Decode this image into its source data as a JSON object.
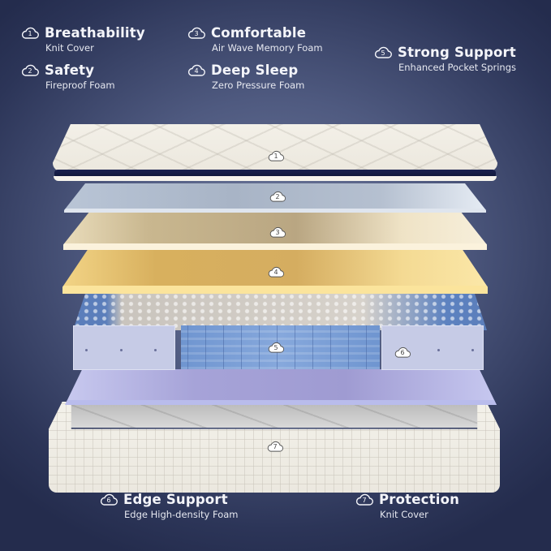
{
  "labels": [
    {
      "number": "1",
      "title": "Breathability",
      "subtitle": "Knit Cover"
    },
    {
      "number": "2",
      "title": "Safety",
      "subtitle": "Fireproof Foam"
    },
    {
      "number": "3",
      "title": "Comfortable",
      "subtitle": "Air Wave Memory Foam"
    },
    {
      "number": "4",
      "title": "Deep Sleep",
      "subtitle": "Zero Pressure Foam"
    },
    {
      "number": "5",
      "title": "Strong Support",
      "subtitle": "Enhanced Pocket Springs"
    },
    {
      "number": "6",
      "title": "Edge Support",
      "subtitle": "Edge High-density Foam"
    },
    {
      "number": "7",
      "title": "Protection",
      "subtitle": "Knit Cover"
    }
  ],
  "layers": [
    {
      "badge": "1",
      "color": "#f0ede4"
    },
    {
      "badge": "2",
      "color": "#b9c5d6"
    },
    {
      "badge": "3",
      "color": "#e9dcbb"
    },
    {
      "badge": "4",
      "color": "#f2d486"
    },
    {
      "badge": "5",
      "color": "#6f95d0"
    },
    {
      "badge": "6",
      "color": "#c6cbe6"
    },
    {
      "badge": "7",
      "color": "#f3f1ea"
    }
  ],
  "colors": {
    "background_center": "#6f7a9c",
    "background_edge": "#242c4d",
    "text": "#f4f5fa"
  }
}
